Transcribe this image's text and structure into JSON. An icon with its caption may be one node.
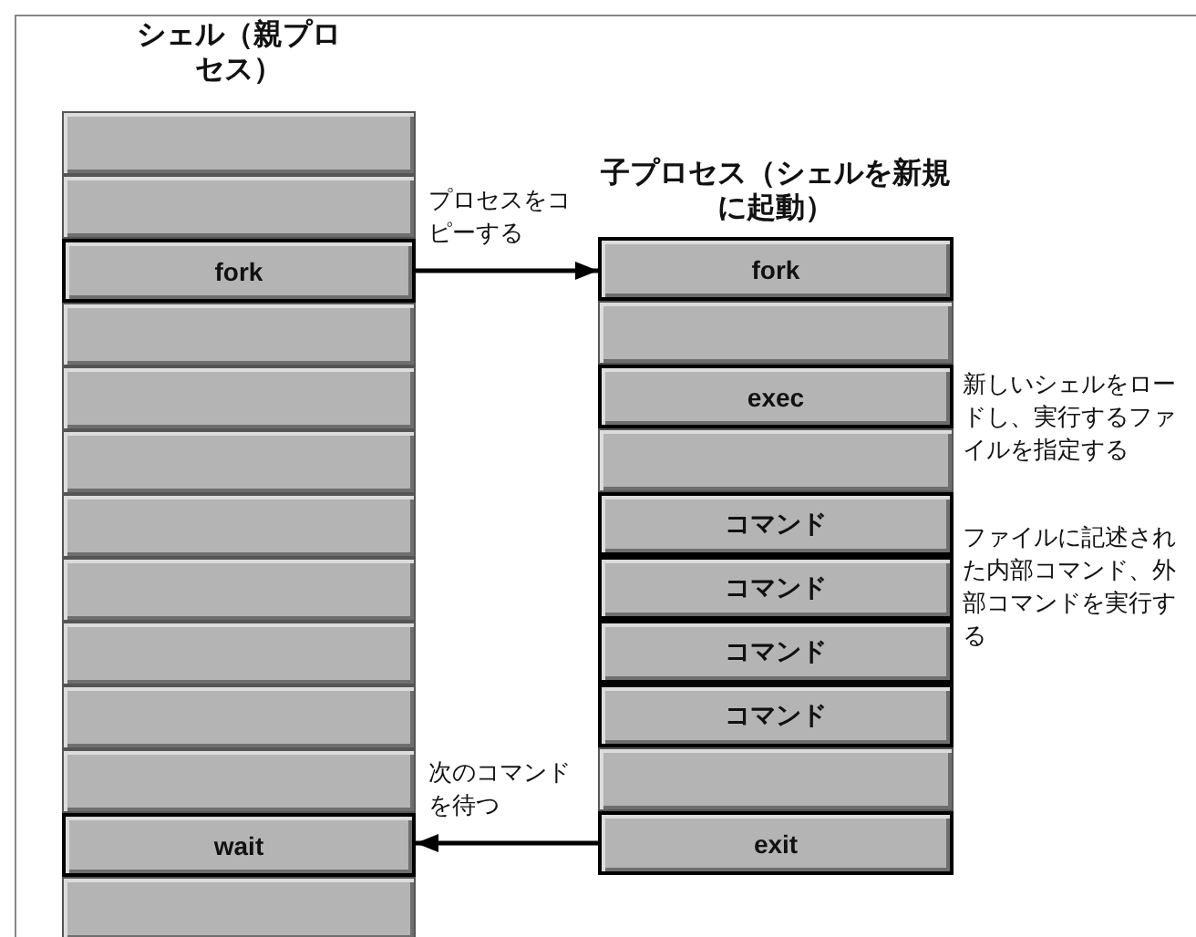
{
  "diagram": {
    "nodes": [
      {
        "text": [
          "シェル（親プロセス）"
        ]
      },
      {
        "text": [],
        "shape": "box",
        "in": 0
      },
      {
        "text": [],
        "shape": "box",
        "in": 0
      },
      {
        "text": [
          "fork"
        ],
        "in": 0
      },
      {
        "text": [],
        "shape": "box",
        "in": 0
      },
      {
        "text": [],
        "shape": "box",
        "in": 0
      },
      {
        "text": [],
        "shape": "box",
        "in": 0
      },
      {
        "text": [],
        "shape": "box",
        "in": 0
      },
      {
        "text": [],
        "shape": "box",
        "in": 0
      },
      {
        "text": [],
        "shape": "box",
        "in": 0
      },
      {
        "text": [],
        "shape": "box",
        "in": 0
      },
      {
        "text": [],
        "shape": "box",
        "in": 0
      },
      {
        "text": [
          "wait"
        ],
        "in": 0
      },
      {
        "text": [],
        "shape": "box",
        "in": 0
      },
      {
        "text": [
          "子プロセス（シェルを新規に起動）"
        ]
      },
      {
        "text": [
          "fork"
        ],
        "in": 14
      },
      {
        "text": [],
        "shape": "box",
        "in": 14
      },
      {
        "text": [
          "exec"
        ],
        "in": 14,
        "beside": [
          "新しいシェルをロードし、実行するファイルを指定する"
        ]
      },
      {
        "text": [],
        "shape": "box",
        "in": 14
      },
      {
        "text": [
          "コマンド"
        ],
        "in": 14
      },
      {
        "text": [
          "コマンド"
        ],
        "in": 14
      },
      {
        "text": [
          "コマンド"
        ],
        "in": 14
      },
      {
        "text": [
          "コマンド"
        ],
        "in": 14
      },
      {
        "text": [],
        "shape": "box",
        "in": 14
      },
      {
        "text": [
          "exit"
        ],
        "in": 14
      }
    ],
    "edges": [
      {
        "from": 3,
        "to": 15,
        "arrow": "to",
        "label": "プロセスをコピーする"
      },
      {
        "from": 24,
        "to": 12,
        "arrow": "to",
        "label": "次のコマンドを待つ"
      }
    ],
    "labels": [
      "ファイルに記述された内部コマンド、外部コマンドを実行する"
    ]
  }
}
